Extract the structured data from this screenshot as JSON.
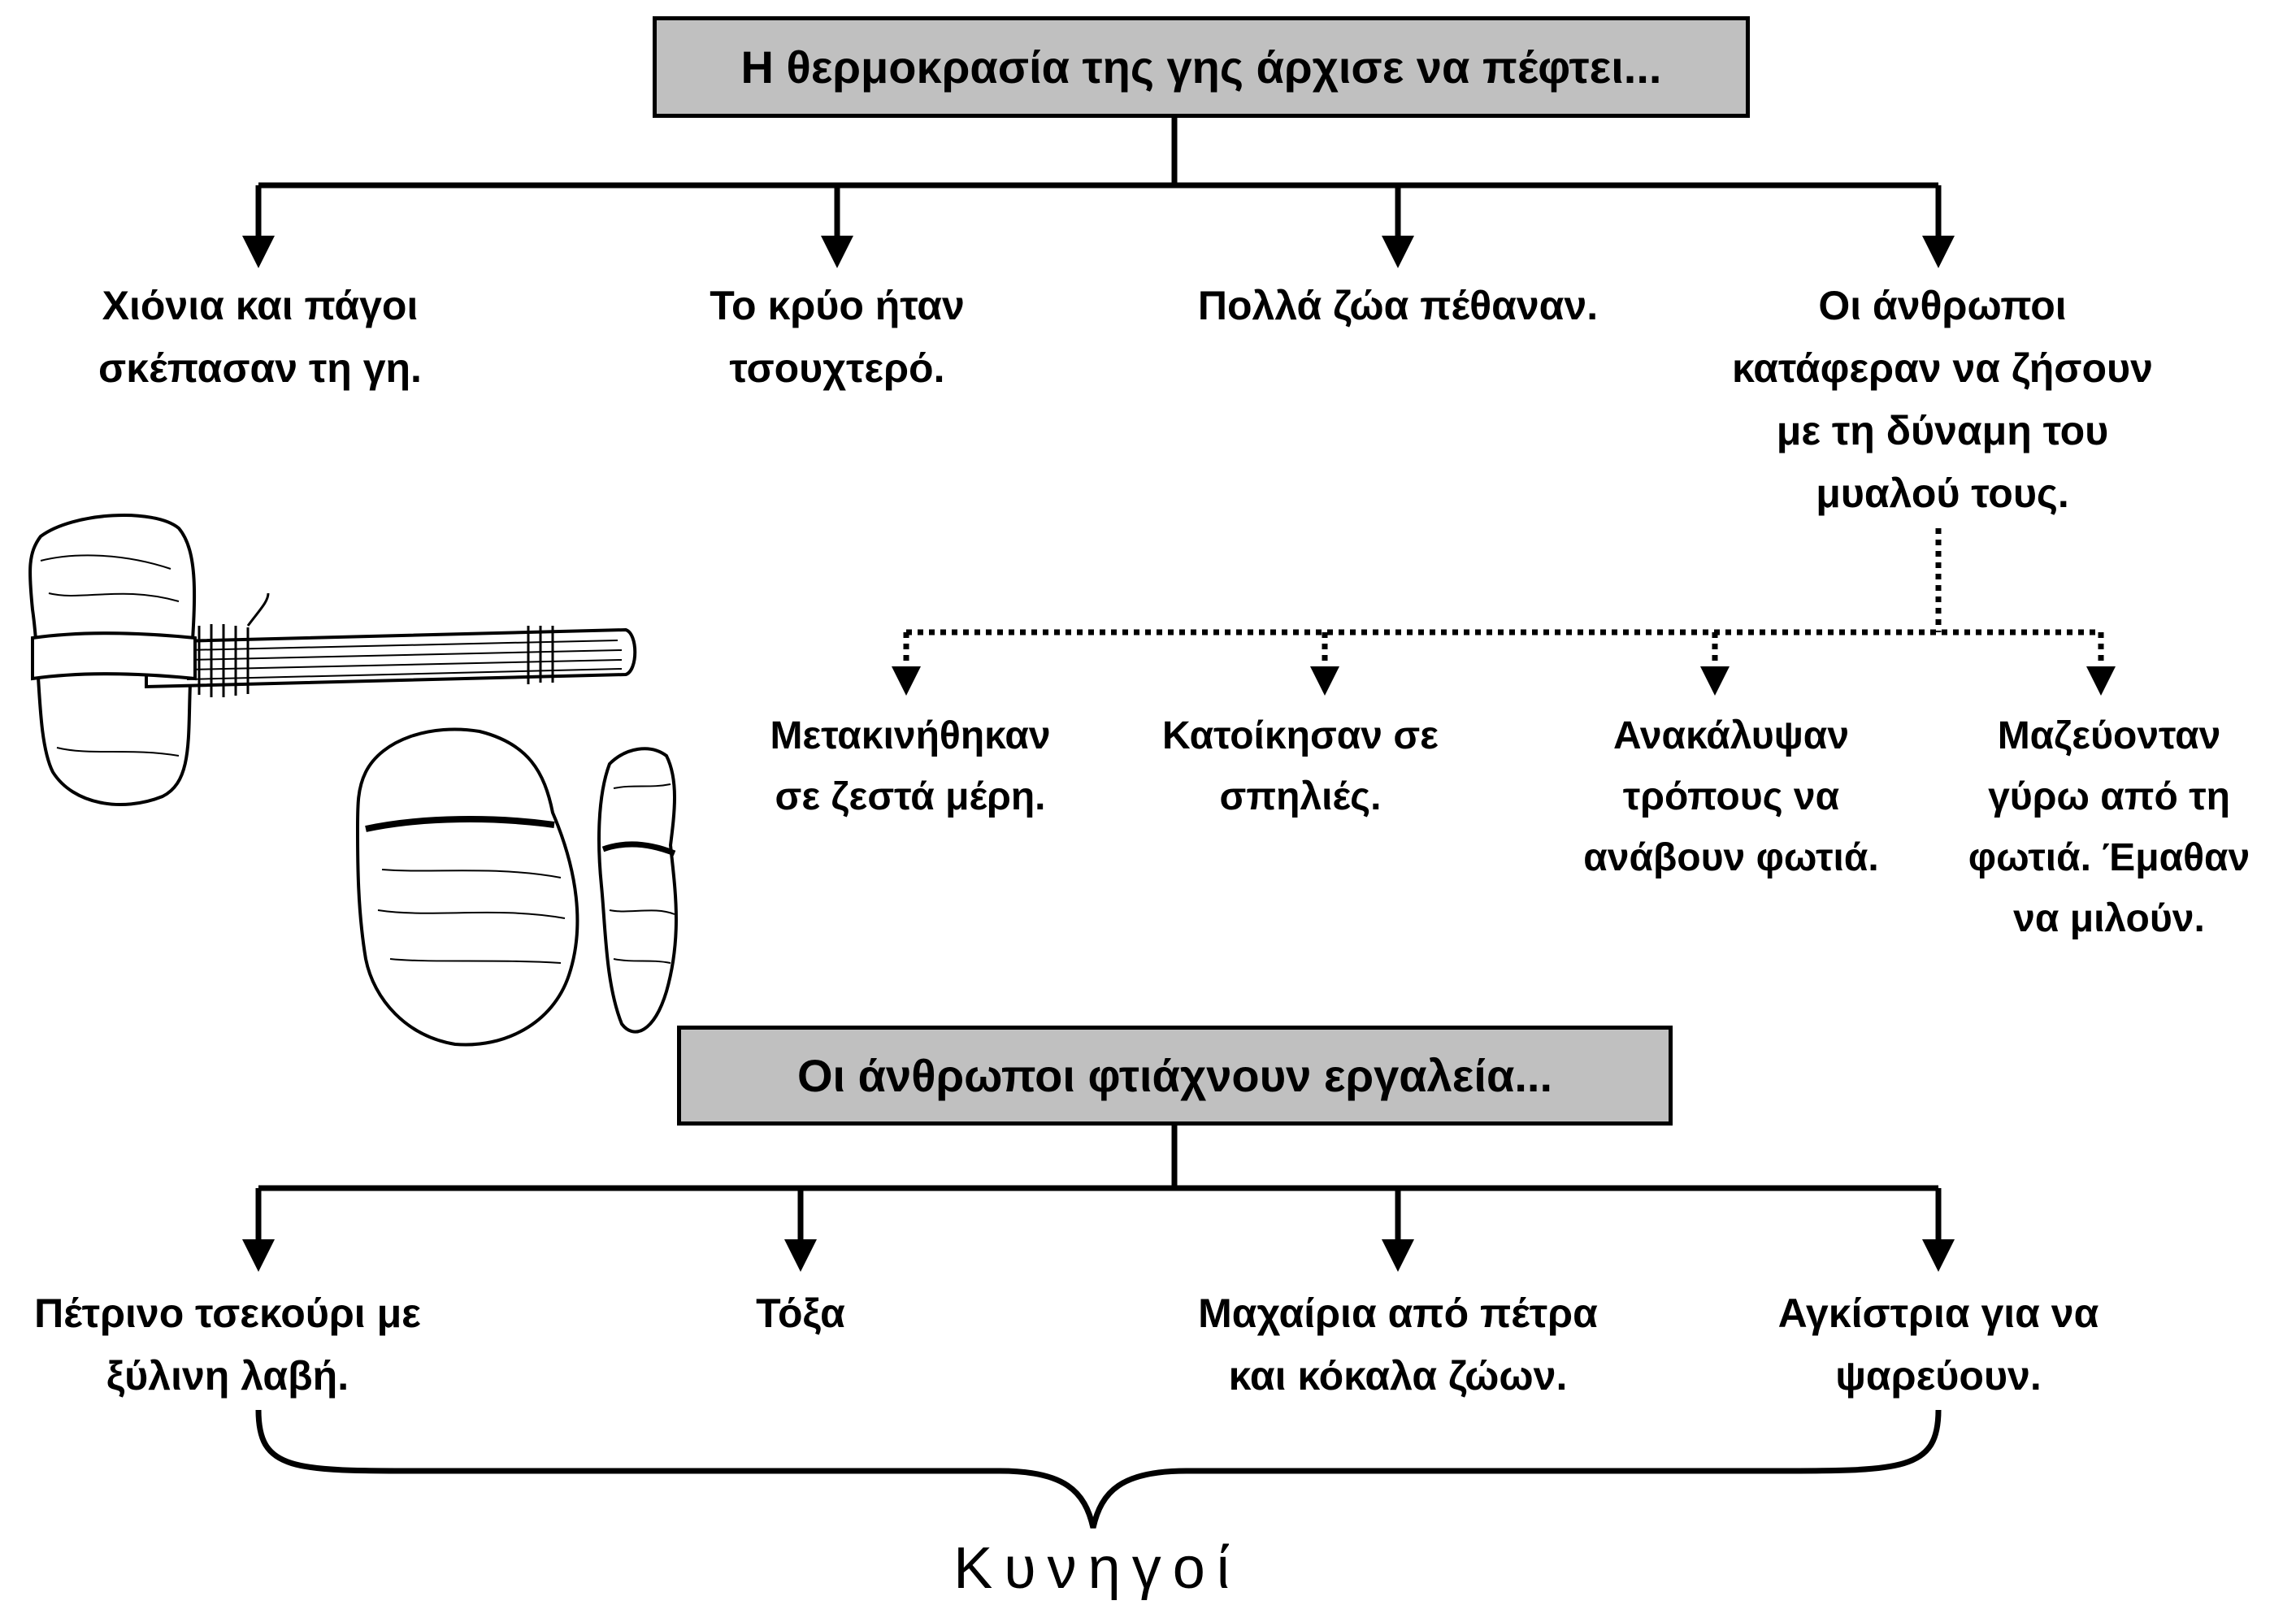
{
  "top_box": "Η θερμοκρασία της γης άρχισε να πέφτει...",
  "effects": [
    "Χιόνια και πάγοι\nσκέπασαν τη γη.",
    "Το κρύο ήταν\nτσουχτερό.",
    "Πολλά ζώα πέθαναν.",
    "Οι άνθρωποι\nκατάφεραν να ζήσουν\nμε τη δύναμη του\nμυαλού τους."
  ],
  "adaptations": [
    "Μετακινήθηκαν\nσε ζεστά μέρη.",
    "Κατοίκησαν σε\nσπηλιές.",
    "Ανακάλυψαν\nτρόπους να\nανάβουν φωτιά.",
    "Μαζεύονταν\nγύρω από τη\nφωτιά. Έμαθαν\nνα μιλούν."
  ],
  "tools_box": "Οι άνθρωποι φτιάχνουν εργαλεία...",
  "tools": [
    "Πέτρινο τσεκούρι με\nξύλινη λαβή.",
    "Τόξα",
    "Μαχαίρια από πέτρα\nκαι κόκαλα ζώων.",
    "Αγκίστρια για να\nψαρεύουν."
  ],
  "footer": "Κυνηγοί",
  "illustration": "stone-axe-and-tools",
  "colors": {
    "box_fill": "#c0c0c0",
    "line": "#000000"
  }
}
